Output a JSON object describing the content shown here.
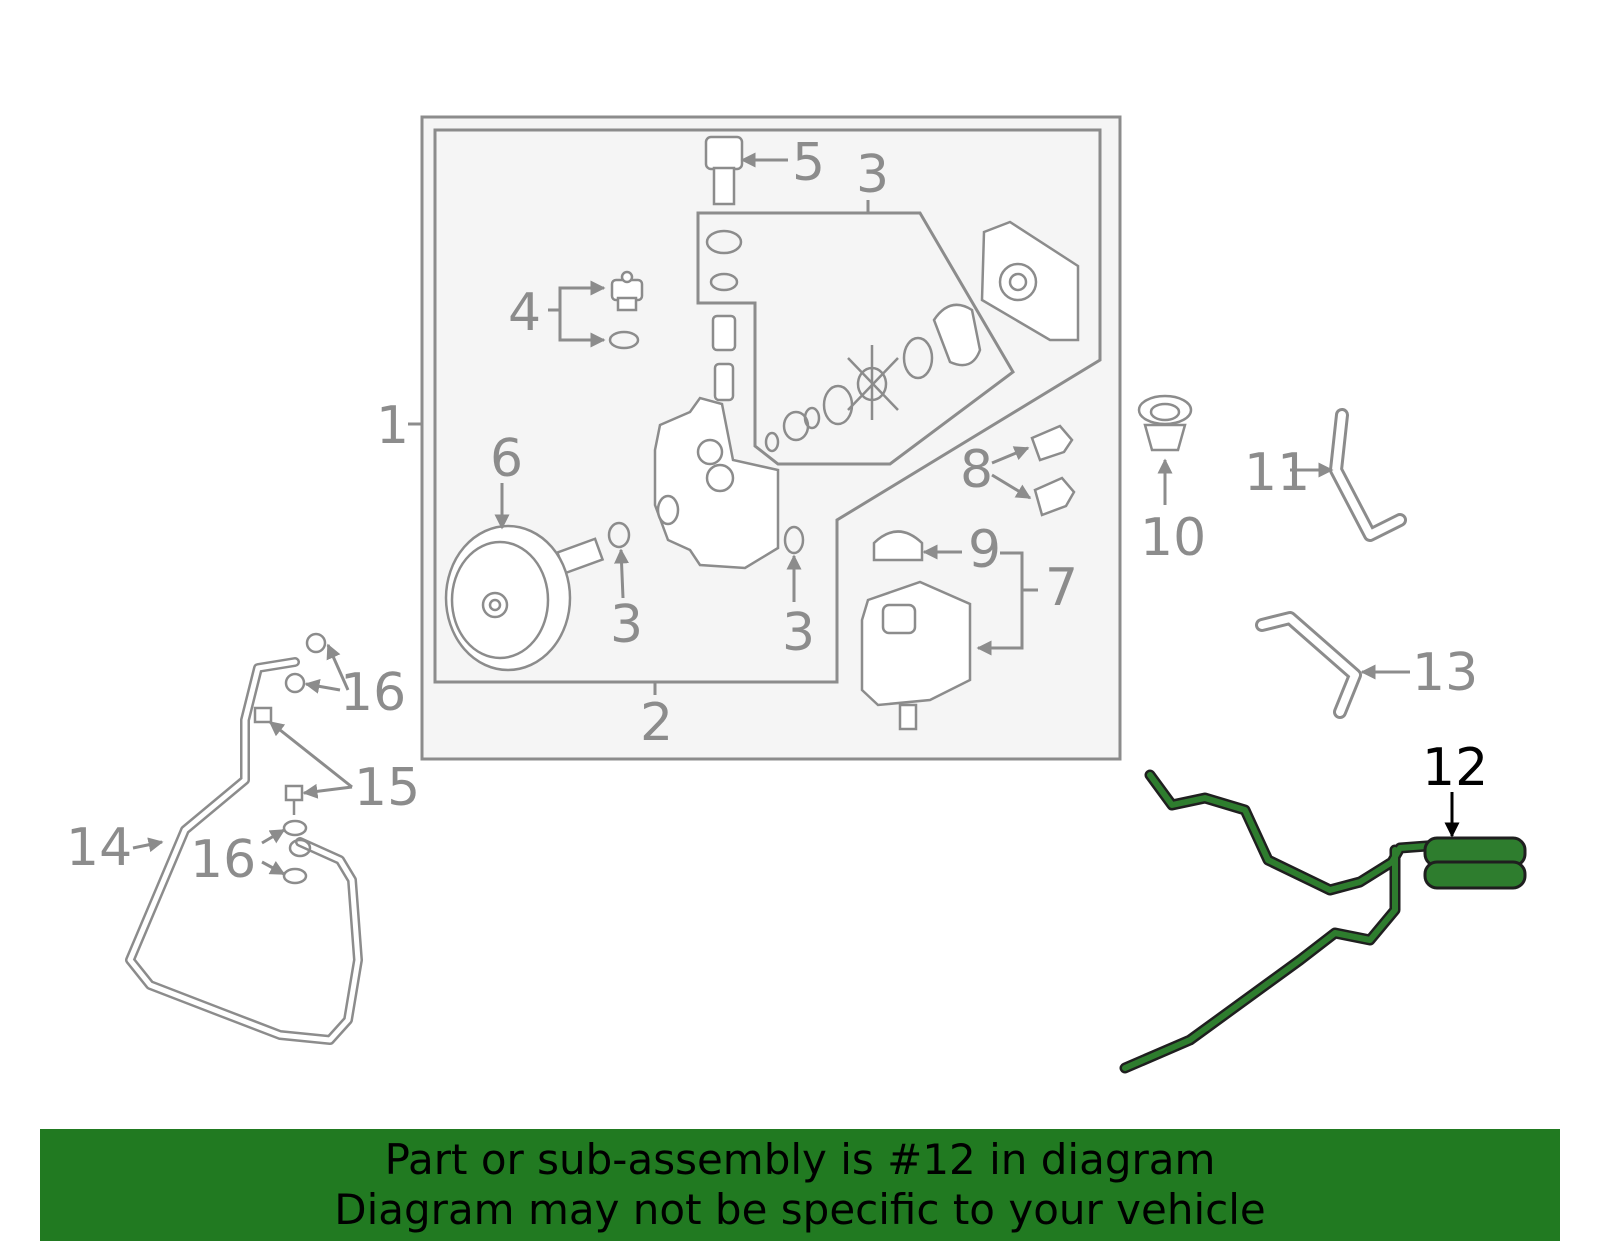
{
  "callouts": {
    "c1": "1",
    "c2": "2",
    "c3a": "3",
    "c3b": "3",
    "c3c": "3",
    "c4": "4",
    "c5": "5",
    "c6": "6",
    "c7": "7",
    "c8": "8",
    "c9": "9",
    "c10": "10",
    "c11": "11",
    "c12": "12",
    "c13": "13",
    "c14": "14",
    "c15": "15",
    "c16a": "16",
    "c16b": "16"
  },
  "highlighted_part": "12",
  "banner": {
    "line1": "Part or sub-assembly is #12 in diagram",
    "line2": "Diagram may not be specific to your vehicle"
  },
  "colors": {
    "line": "#8c8c8c",
    "panel_fill": "#f5f5f5",
    "highlight_part": "#1f5a1f",
    "banner_bg": "#217a21",
    "banner_text": "#000000"
  }
}
